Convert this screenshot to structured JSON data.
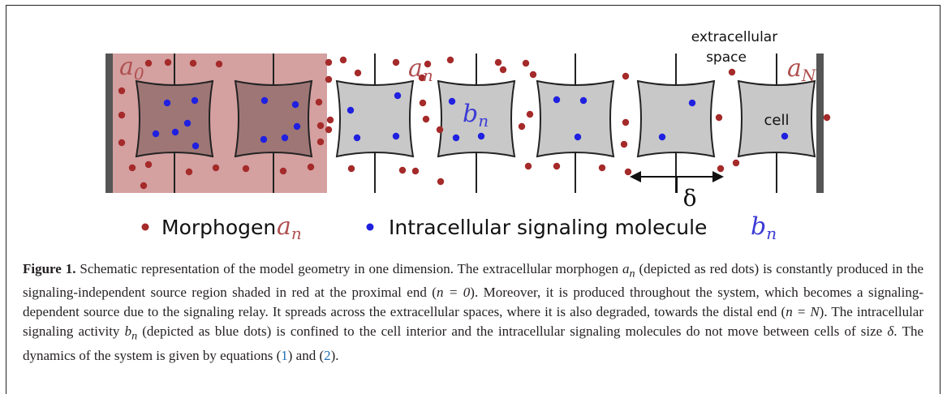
{
  "figure": {
    "labels": {
      "a0": "a",
      "a0_sub": "0",
      "an": "a",
      "an_sub": "n",
      "aN": "a",
      "aN_sub": "N",
      "bn": "b",
      "bn_sub": "n",
      "extracellular_1": "extracellular",
      "extracellular_2": "space",
      "cell": "cell",
      "delta": "δ"
    },
    "legend": {
      "morphogen_text": "Morphogen",
      "morphogen_symbol": "a",
      "morphogen_sub": "n",
      "intracellular_text": "Intracellular signaling molecule",
      "intracellular_symbol": "b",
      "intracellular_sub": "n"
    },
    "colors": {
      "morphogen": "#a52a2a",
      "signaling": "#2020e0",
      "source_region": "#d4a0a0",
      "cell_in_source": "#9e7676",
      "cell": "#c8c8c8",
      "wall": "#555555",
      "label_red": "#b05050",
      "label_blue": "#3b3bd6"
    }
  },
  "caption": {
    "label": "Figure 1.",
    "s1": "Schematic representation of the model geometry in one dimension. The extracellular morphogen",
    "s1_sym": "a",
    "s1_sub": "n",
    "s2": "(depicted as red dots) is constantly produced in the signaling-independent source region shaded in red at the proximal end (",
    "s2_math": "n = 0",
    "s3": "). Moreover, it is produced throughout the system, which becomes a signaling-dependent source due to the signaling relay. It spreads across the extracellular spaces, where it is also degraded, towards the distal end (",
    "s3_math": "n = N",
    "s4": "). The intracellular signaling activity",
    "s4_sym": "b",
    "s4_sub": "n",
    "s5": "(depicted as blue dots) is confined to the cell interior and the intracellular signaling molecules do not move between cells of size",
    "s5_sym": "δ",
    "s6": ". The dynamics of the system is given by equations (",
    "ref1": "1",
    "s7": ") and (",
    "ref2": "2",
    "s8": ")."
  }
}
